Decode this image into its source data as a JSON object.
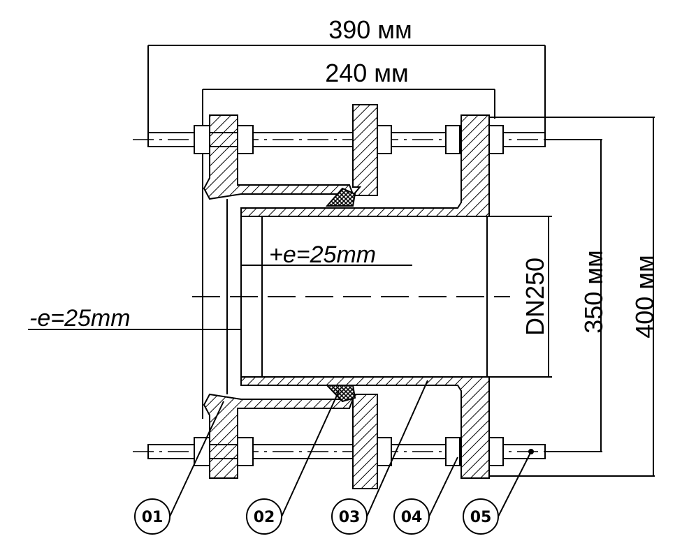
{
  "dimensions": {
    "overall_width": "390 мм",
    "flange_width": "240 мм",
    "nominal_diameter": "DN250",
    "bolt_circle": "350 мм",
    "flange_outer": "400 мм"
  },
  "eccentricity": {
    "plus": "+e=25mm",
    "minus": "-e=25mm"
  },
  "callouts": [
    "01",
    "02",
    "03",
    "04",
    "05"
  ]
}
